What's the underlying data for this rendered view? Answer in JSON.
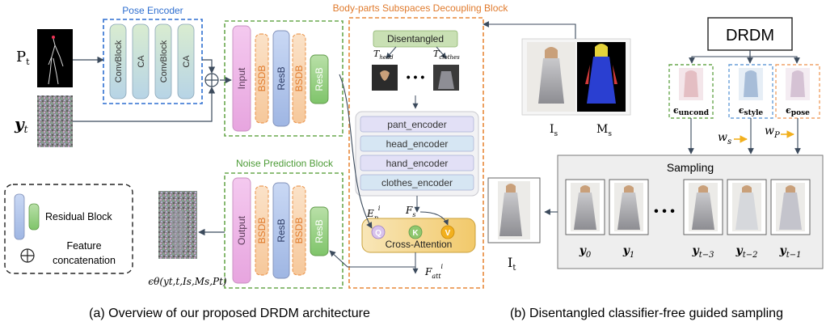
{
  "pose_encoder": {
    "title": "Pose Encoder",
    "blocks": [
      "ConvBlock",
      "CA",
      "ConvBlock",
      "CA"
    ],
    "color": "#2f6fd0"
  },
  "inputs": {
    "pt_label": "P",
    "pt_sub": "t",
    "yt_label": "y",
    "yt_sub": "t"
  },
  "encoder_stack": {
    "blocks": [
      "Input",
      "BSDB",
      "ResB",
      "BSDB",
      "ResB"
    ]
  },
  "noise_block": {
    "title": "Noise Prediction Block",
    "blocks": [
      "Output",
      "BSDB",
      "ResB",
      "BSDB",
      "ResB"
    ]
  },
  "body_parts": {
    "title": "Body-parts Subspaces Decoupling Block",
    "disentangled": "Disentangled",
    "t_head_main": "T",
    "t_head_sub": "head",
    "t_clothes_main": "T",
    "t_clothes_sub": "clothes",
    "dots": "• • •",
    "encoders": [
      "pant_encoder",
      "head_encoder",
      "hand_encoder",
      "clothes_encoder"
    ],
    "ep_main": "E",
    "ep_sub": "p",
    "ep_sup": "i",
    "fs_main": "F",
    "fs_sub": "s",
    "fatt_main": "F",
    "fatt_sub": "att",
    "fatt_sup": "i",
    "q": "Q",
    "k": "K",
    "v": "V",
    "cross_attention": "Cross-Attention"
  },
  "legend": {
    "residual": "Residual Block",
    "concat_1": "Feature",
    "concat_2": "concatenation"
  },
  "epsilon_formula": "ϵθ(yt,t,Is,Ms,Pt)",
  "is_label_main": "I",
  "is_label_sub": "s",
  "ms_label_main": "M",
  "ms_label_sub": "s",
  "it_label_main": "I",
  "it_label_sub": "t",
  "drdm": {
    "title": "DRDM",
    "eps_uncond": "uncond",
    "eps_style": "style",
    "eps_pose": "pose",
    "ws_main": "w",
    "ws_sub": "s",
    "wp_main": "w",
    "wp_sub": "P"
  },
  "sampling": {
    "title": "Sampling",
    "dots": "• • •",
    "y_labels": [
      "0",
      "1",
      "t−3",
      "t−2",
      "t−1"
    ]
  },
  "captions": {
    "a": "(a) Overview of our proposed DRDM architecture",
    "b": "(b) Disentangled classifier-free guided sampling"
  }
}
